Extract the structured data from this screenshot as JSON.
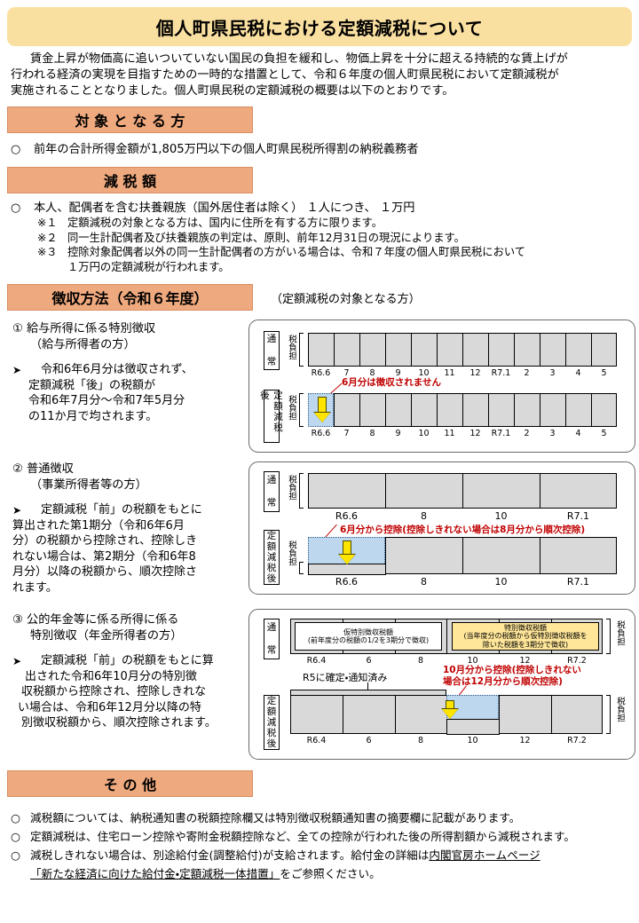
{
  "title": "個人町県民税における定額減税について",
  "intro": {
    "line1": "賃金上昇が物価高に追いついていない国民の負担を緩和し、物価上昇を十分に超える持続的な賃上げが",
    "line2": "行われる経済の実現を目指すための一時的な措置として、令和６年度の個人町県民税において定額減税が",
    "line3": "実施されることとなりました。個人町県民税の定額減税の概要は以下のとおりです。"
  },
  "sections": {
    "target": {
      "heading": "対 象 と な る 方",
      "bullet_mark": "○",
      "bullet_text": "前年の合計所得金額が1,805万円以下の個人町県民税所得割の納税義務者"
    },
    "amount": {
      "heading": "減  税   額",
      "bullet_mark": "○",
      "bullet_text": "本人、配偶者を含む扶養親族（国外居住者は除く） １人につき、 １万円",
      "notes": [
        {
          "mark": "※１",
          "text": "定額減税の対象となる方は、国内に住所を有する方に限ります。"
        },
        {
          "mark": "※２",
          "text": "同一生計配偶者及び扶養親族の判定は、原則、前年12月31日の現況によります。"
        },
        {
          "mark": "※３",
          "text": "控除対象配偶者以外の同一生計配偶者の方がいる場合は、令和７年度の個人町県民税において"
        },
        {
          "mark": "",
          "text": "１万円の定額減税が行われます。",
          "continuation": true
        }
      ]
    },
    "collection": {
      "heading": "徴収方法（令和６年度）",
      "subtitle": "（定額減税の対象となる方）"
    },
    "other": {
      "heading": "そ の 他",
      "items": [
        {
          "mark": "○",
          "text": "減税額については、納税通知書の税額控除欄又は特別徴収税額通知書の摘要欄に記載があります。"
        },
        {
          "mark": "○",
          "text": "定額減税は、住宅ローン控除や寄附金税額控除など、全ての控除が行われた後の所得割額から減税されます。"
        },
        {
          "mark": "○",
          "text_before": "減税しきれない場合は、別途給付金(調整給付)が支給されます。給付金の詳細は",
          "link1": "内閣官房ホームページ",
          "link2": "「新たな経済に向けた給付金・定額減税一体措置」",
          "text_after": "をご参照ください。"
        }
      ]
    }
  },
  "methods": [
    {
      "number": "①",
      "head_line1": "給与所得に係る特別徴収",
      "head_line2": "（給与所得者の方）",
      "arrow_mark": "➤",
      "desc_lines": [
        "令和6年6月分は徴収されず、",
        "定額減税「後」の税額が",
        "令和6年7月分～令和7年5月分",
        "の11か月で均されます。"
      ]
    },
    {
      "number": "②",
      "head_line1": "普通徴収",
      "head_line2": "（事業所得者等の方）",
      "arrow_mark": "➤",
      "desc_lines": [
        "定額減税「前」の税額をもとに",
        "算出された第1期分（令和6年6月",
        "分）の税額から控除され、控除しき",
        "れない場合は、第2期分（令和6年8",
        "月分）以降の税額から、順次控除さ",
        "れます。"
      ]
    },
    {
      "number": "③",
      "head_line1": "公的年金等に係る所得に係る",
      "head_line2": "特別徴収（年金所得者の方）",
      "arrow_mark": "➤",
      "desc_lines": [
        "定額減税「前」の税額をもとに算",
        "出された令和6年10月分の特別徴",
        "収税額から控除され、控除しきれな",
        "い場合は、令和6年12月分以降の特",
        "別徴収税額から、順次控除されます。"
      ]
    }
  ],
  "chart_data": [
    {
      "type": "bar",
      "title": "給与所得に係る特別徴収",
      "row_labels": [
        "通 常",
        "定額減税後"
      ],
      "burden_label": "税負担",
      "categories": [
        "R6.6",
        "7",
        "8",
        "9",
        "10",
        "11",
        "12",
        "R7.1",
        "2",
        "3",
        "4",
        "5"
      ],
      "normal_values": [
        1,
        1,
        1,
        1,
        1,
        1,
        1,
        1,
        1,
        1,
        1,
        1
      ],
      "reduced_values": [
        0,
        1,
        1,
        1,
        1,
        1,
        1,
        1,
        1,
        1,
        1,
        1
      ],
      "highlight_index": 0,
      "annotation": "6月分は徴収されません"
    },
    {
      "type": "bar",
      "title": "普通徴収",
      "row_labels": [
        "通 常",
        "定額減税後"
      ],
      "burden_label": "税負担",
      "categories": [
        "R6.6",
        "8",
        "10",
        "R7.1"
      ],
      "normal_values": [
        1,
        1,
        1,
        1
      ],
      "reduced_values": [
        0.22,
        1,
        1,
        1
      ],
      "highlight_index": 0,
      "annotation": "6月分から控除(控除しきれない場合は8月分から順次控除)"
    },
    {
      "type": "bar",
      "title": "公的年金等に係る特別徴収",
      "row_labels": [
        "通 常",
        "定額減税後"
      ],
      "burden_label": "税負担",
      "categories": [
        "R6.4",
        "6",
        "8",
        "10",
        "12",
        "R7.2"
      ],
      "normal_values": [
        1,
        1,
        1,
        1,
        1,
        1
      ],
      "reduced_values": [
        1,
        1,
        1,
        0.45,
        1,
        1
      ],
      "highlight_index": 3,
      "top_box_left_line1": "仮特別徴収税額",
      "top_box_left_line2": "(前年度分の税額の1/2を3期分で徴収)",
      "top_box_right_line1": "特別徴収税額",
      "top_box_right_line2": "(当年度分の税額から仮特別徴収税額を",
      "top_box_right_line3": "除いた税額を3期分で徴収)",
      "bracket_note": "R5に確定・通知済み",
      "annotation_line1": "10月分から控除(控除しきれない",
      "annotation_line2": "場合は12月分から順次控除)"
    }
  ],
  "colors": {
    "title_banner": "#FAE0A0",
    "section_header": "#EFA97E",
    "cell_gray": "#D9D9D9",
    "highlight_blue": "#BDD7EE",
    "arrow_yellow": "#FFE400",
    "annotation_red": "#C00000",
    "box_yellow": "#FFE699"
  }
}
